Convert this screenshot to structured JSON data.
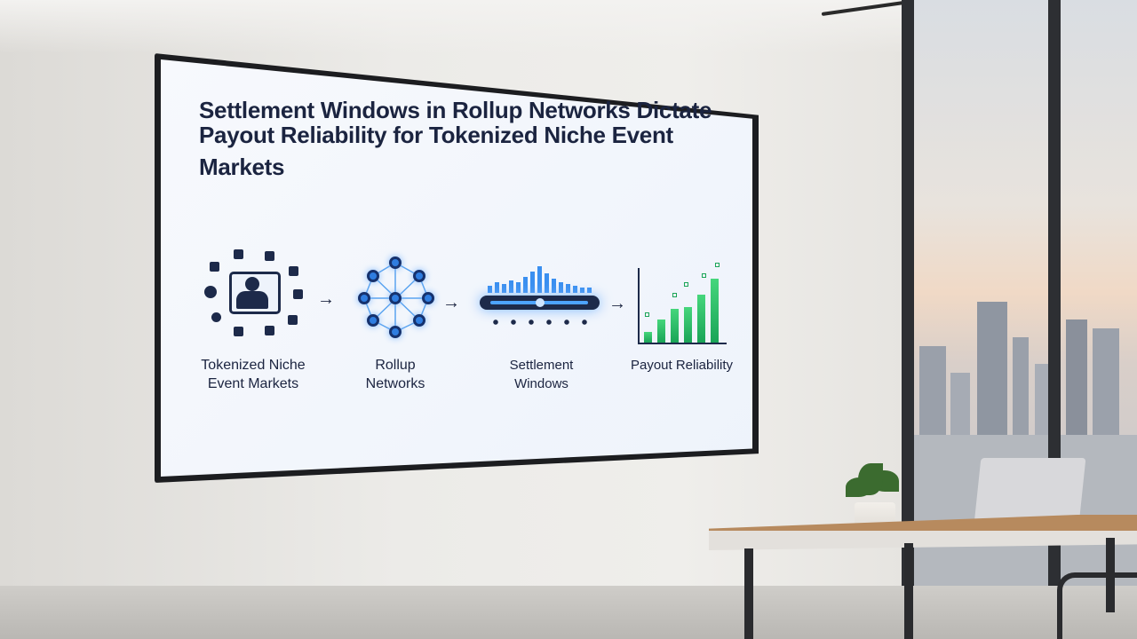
{
  "slide": {
    "title_line1": "Settlement Windows in Rollup Networks Dictate",
    "title_line2": "Payout Reliability for Tokenized Niche Event Markets",
    "stages": [
      {
        "label_line1": "Tokenized Niche",
        "label_line2": "Event Markets",
        "icon": "people-network-icon"
      },
      {
        "label_line1": "Rollup",
        "label_line2": "Networks",
        "icon": "network-nodes-icon"
      },
      {
        "label_line1": "Settlement",
        "label_line2": "Windows",
        "icon": "timeline-bars-icon"
      },
      {
        "label_line1": "Payout Reliability",
        "label_line2": "",
        "icon": "growth-bar-chart-icon"
      }
    ],
    "arrow": "→",
    "colors": {
      "title": "#1b2440",
      "accent_blue": "#2f7de0",
      "accent_green": "#1aa457",
      "screen_bg": "#f3f7fc"
    }
  }
}
